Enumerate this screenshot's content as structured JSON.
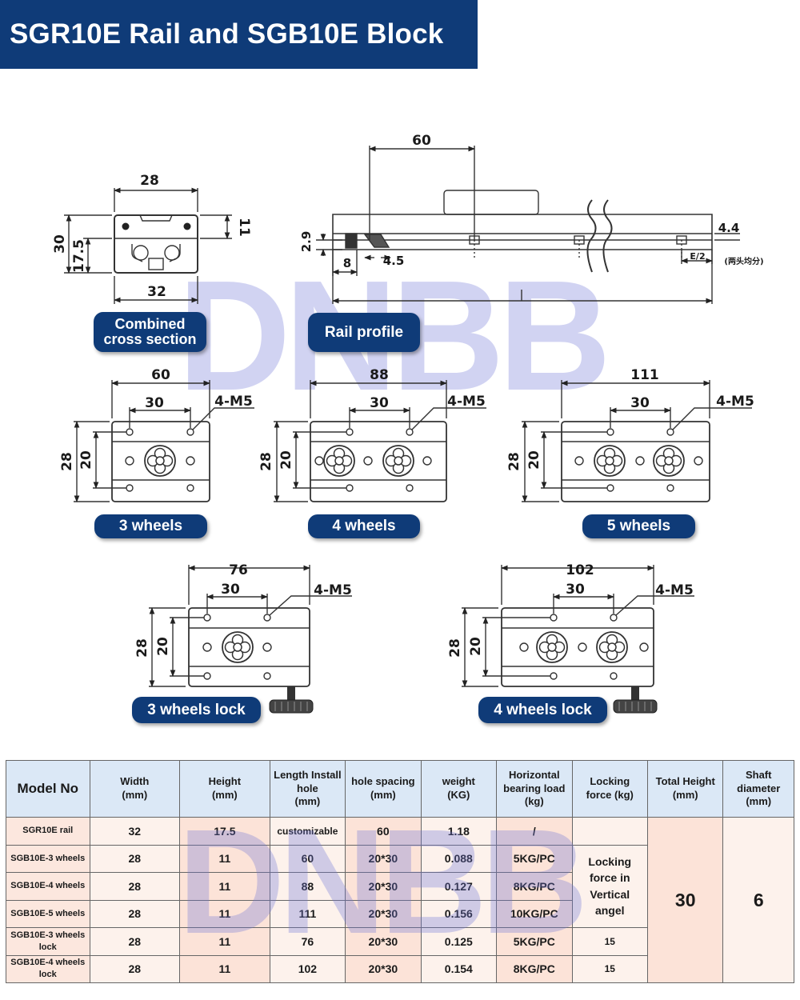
{
  "title": "SGR10E Rail and SGB10E Block",
  "watermark": "DNBB",
  "labels": {
    "combined": [
      "Combined",
      "cross section"
    ],
    "rail_profile": "Rail profile",
    "w3": "3 wheels",
    "w4": "4 wheels",
    "w5": "5 wheels",
    "w3lock": "3 wheels lock",
    "w4lock": "4 wheels lock"
  },
  "dims": {
    "cross": {
      "width_top": "28",
      "width_bottom": "32",
      "height_total": "30",
      "height_inner": "17.5",
      "height_right": "11"
    },
    "rail": {
      "spacing": "60",
      "height_small": "2.9",
      "offset": "8",
      "slot": "4.5",
      "height_right": "4.4",
      "end": "E/2",
      "end_note": "(两头均分)"
    },
    "blocks": {
      "w3": {
        "length": "60",
        "spacing": "30",
        "holes": "4-M5",
        "height": "28",
        "inner": "20"
      },
      "w4": {
        "length": "88",
        "spacing": "30",
        "holes": "4-M5",
        "height": "28",
        "inner": "20"
      },
      "w5": {
        "length": "111",
        "spacing": "30",
        "holes": "4-M5",
        "height": "28",
        "inner": "20"
      },
      "w3lock": {
        "length": "76",
        "spacing": "30",
        "holes": "4-M5",
        "height": "28",
        "inner": "20"
      },
      "w4lock": {
        "length": "102",
        "spacing": "30",
        "holes": "4-M5",
        "height": "28",
        "inner": "20"
      }
    }
  },
  "table": {
    "headers": {
      "model": "Model No",
      "width": [
        "Width",
        "(mm)"
      ],
      "height": [
        "Height",
        "(mm)"
      ],
      "length": [
        "Length Install",
        "hole",
        "(mm)"
      ],
      "hole": [
        "hole spacing",
        "(mm)"
      ],
      "weight": [
        "weight",
        "(KG)"
      ],
      "load": [
        "Horizontal",
        "bearing load",
        "(kg)"
      ],
      "lock": [
        "Locking",
        "force  (kg)"
      ],
      "total": [
        "Total Height",
        "(mm)"
      ],
      "shaft": [
        "Shaft",
        "diameter",
        "(mm)"
      ]
    },
    "rows": [
      {
        "model": [
          "SGR10E rail"
        ],
        "width": "32",
        "height": "17.5",
        "length": "customizable",
        "hole": "60",
        "weight": "1.18",
        "load": "/"
      },
      {
        "model": [
          "SGB10E-3 wheels"
        ],
        "width": "28",
        "height": "11",
        "length": "60",
        "hole": "20*30",
        "weight": "0.088",
        "load": "5KG/PC"
      },
      {
        "model": [
          "SGB10E-4 wheels"
        ],
        "width": "28",
        "height": "11",
        "length": "88",
        "hole": "20*30",
        "weight": "0.127",
        "load": "8KG/PC"
      },
      {
        "model": [
          "SGB10E-5 wheels"
        ],
        "width": "28",
        "height": "11",
        "length": "111",
        "hole": "20*30",
        "weight": "0.156",
        "load": "10KG/PC"
      },
      {
        "model": [
          "SGB10E-3 wheels",
          "lock"
        ],
        "width": "28",
        "height": "11",
        "length": "76",
        "hole": "20*30",
        "weight": "0.125",
        "load": "5KG/PC",
        "lock": "15"
      },
      {
        "model": [
          "SGB10E-4 wheels",
          "lock"
        ],
        "width": "28",
        "height": "11",
        "length": "102",
        "hole": "20*30",
        "weight": "0.154",
        "load": "8KG/PC",
        "lock": "15"
      }
    ],
    "lock_merged": [
      "Locking",
      "force in",
      "Vertical",
      "angel"
    ],
    "total_height": "30",
    "shaft_diameter": "6"
  }
}
